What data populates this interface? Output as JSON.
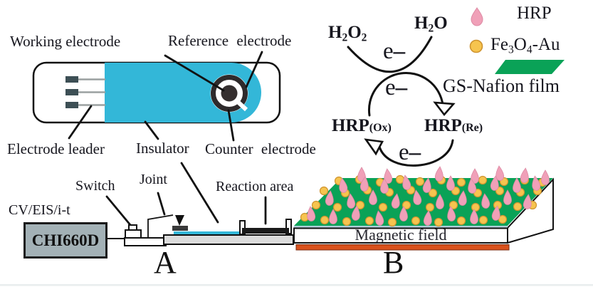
{
  "colors": {
    "cyan": "#33b7d8",
    "green": "#0aa257",
    "pink": "#f0a0b8",
    "pink_edge": "#dd8aa4",
    "gold": "#f6c44f",
    "gold_edge": "#cf9430",
    "orange": "#d9511c",
    "chi_gray": "#a3b1b6",
    "platform_gray": "#dcdcdc",
    "pad_dark": "#3d4f55",
    "ink": "#161620"
  },
  "panel_a": {
    "strip_labels": {
      "working": "Working electrode",
      "reference": "Reference electrode",
      "leader": "Electrode leader",
      "insulator": "Insulator",
      "counter": "Counter electrode"
    },
    "apparatus_labels": {
      "switch": "Switch",
      "joint": "Joint",
      "reaction": "Reaction area"
    },
    "instrument": {
      "modes": "CV/EIS/i-t",
      "model": "CHI660D"
    },
    "section_label": "A"
  },
  "panel_b": {
    "reaction": {
      "h2o2": [
        "H",
        "2",
        "O",
        "2"
      ],
      "h2o": [
        "H",
        "2",
        "O"
      ],
      "electron_e": "e",
      "electron_dash": "–",
      "hrp_ox_base": "HRP",
      "hrp_ox_state": "(Ox)",
      "hrp_re_base": "HRP",
      "hrp_re_state": "(Re)"
    },
    "legend": {
      "hrp_label": "HRP",
      "fe3o4_parts": [
        "Fe",
        "3",
        "O",
        "4",
        "-Au"
      ],
      "film_label": "GS-Nafion film"
    },
    "slab": {
      "magnetic_field_label": "Magnetic field",
      "edge_drops": [
        [
          508,
          247,
          0
        ],
        [
          545,
          249,
          -6
        ],
        [
          617,
          246,
          5
        ],
        [
          667,
          249,
          0
        ],
        [
          702,
          245,
          -5
        ],
        [
          737,
          248,
          6
        ],
        [
          766,
          251,
          0
        ]
      ],
      "drops": [
        [
          482,
          262,
          -8
        ],
        [
          512,
          260,
          5
        ],
        [
          540,
          263,
          0
        ],
        [
          571,
          258,
          -10
        ],
        [
          600,
          262,
          8
        ],
        [
          633,
          259,
          0
        ],
        [
          663,
          263,
          -6
        ],
        [
          695,
          259,
          6
        ],
        [
          726,
          262,
          0
        ],
        [
          753,
          259,
          -8
        ],
        [
          463,
          280,
          6
        ],
        [
          493,
          284,
          -5
        ],
        [
          524,
          279,
          0
        ],
        [
          556,
          284,
          8
        ],
        [
          586,
          279,
          -8
        ],
        [
          618,
          285,
          0
        ],
        [
          650,
          280,
          5
        ],
        [
          682,
          284,
          -6
        ],
        [
          713,
          279,
          0
        ],
        [
          741,
          285,
          6
        ],
        [
          437,
          302,
          -5
        ],
        [
          468,
          306,
          0
        ],
        [
          500,
          301,
          6
        ],
        [
          533,
          308,
          -8
        ],
        [
          567,
          302,
          0
        ],
        [
          601,
          308,
          5
        ],
        [
          634,
          302,
          -5
        ],
        [
          666,
          306,
          0
        ],
        [
          697,
          301,
          8
        ]
      ],
      "balls": [
        [
          476,
          254
        ],
        [
          505,
          252
        ],
        [
          534,
          256
        ],
        [
          562,
          252
        ],
        [
          590,
          255
        ],
        [
          620,
          253
        ],
        [
          648,
          256
        ],
        [
          678,
          253
        ],
        [
          708,
          255
        ],
        [
          737,
          253
        ],
        [
          762,
          256
        ],
        [
          455,
          268
        ],
        [
          485,
          271
        ],
        [
          516,
          267
        ],
        [
          547,
          270
        ],
        [
          577,
          267
        ],
        [
          608,
          271
        ],
        [
          640,
          268
        ],
        [
          671,
          271
        ],
        [
          702,
          268
        ],
        [
          731,
          270
        ],
        [
          755,
          268
        ],
        [
          444,
          288
        ],
        [
          474,
          291
        ],
        [
          506,
          288
        ],
        [
          538,
          291
        ],
        [
          571,
          288
        ],
        [
          604,
          291
        ],
        [
          637,
          288
        ],
        [
          668,
          291
        ],
        [
          699,
          288
        ],
        [
          727,
          290
        ],
        [
          748,
          288
        ],
        [
          428,
          305
        ],
        [
          456,
          309
        ],
        [
          487,
          311
        ],
        [
          519,
          310
        ],
        [
          551,
          312
        ],
        [
          584,
          310
        ],
        [
          616,
          312
        ],
        [
          648,
          310
        ],
        [
          679,
          309
        ],
        [
          706,
          308
        ]
      ]
    },
    "section_label": "B"
  }
}
